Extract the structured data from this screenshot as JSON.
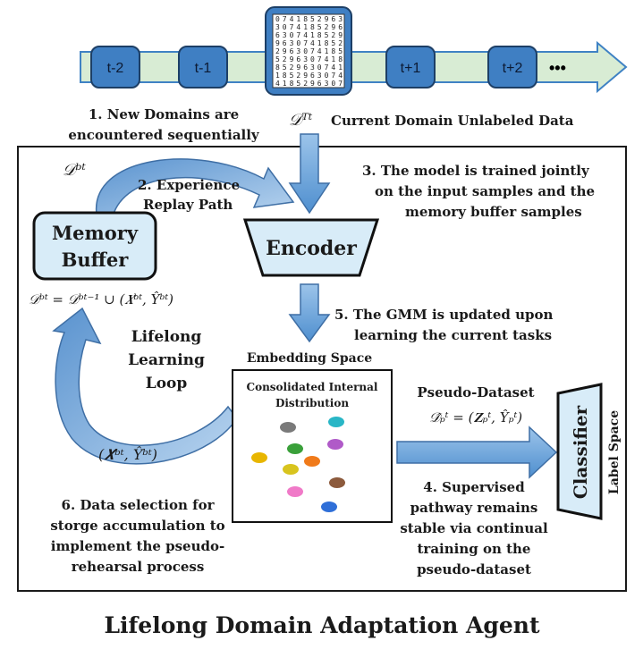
{
  "timeline": {
    "boxes": [
      "t-2",
      "t-1",
      "t+1",
      "t+2"
    ],
    "ellipsis": "•••",
    "caption_line1": "1. New Domains are",
    "caption_line2": "encountered sequentially",
    "current_domain_symbol": "𝒟ᵀᵗ",
    "current_domain_label": "Current Domain Unlabeled Data"
  },
  "memory": {
    "symbol": "𝒟ᵇᵗ",
    "box_line1": "Memory",
    "box_line2": "Buffer",
    "update_formula": "𝒟ᵇᵗ = 𝒟ᵇᵗ⁻¹ ∪ (𝑿ᵇᵗ, Ŷᵇᵗ)",
    "loop_line1": "Lifelong",
    "loop_line2": "Learning",
    "loop_line3": "Loop",
    "loop_pair": "(𝑿ᵇᵗ, Ŷᵇᵗ)"
  },
  "steps": {
    "step2_line1": "2. Experience",
    "step2_line2": "Replay Path",
    "step3_line1": "3. The model is trained jointly",
    "step3_line2": "on the input samples and the",
    "step3_line3": "memory buffer samples",
    "step5_line1": "5. The GMM is updated upon",
    "step5_line2": "learning the current tasks",
    "step4_line1": "4. Supervised",
    "step4_line2": "pathway remains",
    "step4_line3": "stable via continual",
    "step4_line4": "training on the",
    "step4_line5": "pseudo-dataset",
    "step6_line1": "6. Data selection for",
    "step6_line2": "storge accumulation to",
    "step6_line3": "implement the pseudo-",
    "step6_line4": "rehearsal process"
  },
  "encoder": {
    "label": "Encoder"
  },
  "embedding": {
    "title": "Embedding Space",
    "inner_line1": "Consolidated Internal",
    "inner_line2": "Distribution",
    "cluster_colors": [
      "#7a7a7a",
      "#29b6c6",
      "#e8b600",
      "#b05ac8",
      "#3aa03a",
      "#f07a1a",
      "#d8c41e",
      "#8c5a3c",
      "#f07ac8",
      "#2f6fd8"
    ]
  },
  "pseudo": {
    "title": "Pseudo-Dataset",
    "formula": "𝒟̂ₚᵗ = (𝐙ₚᵗ, Ŷₚᵗ)"
  },
  "classifier": {
    "label": "Classifier",
    "space": "Label Space"
  },
  "footer": {
    "title": "Lifelong Domain Adaptation Agent"
  },
  "colors": {
    "accent": "#3f82c4",
    "box_fill": "#3f7fc3",
    "band": "#d8ecd4",
    "arrow_fill": "#8fb9e2"
  }
}
